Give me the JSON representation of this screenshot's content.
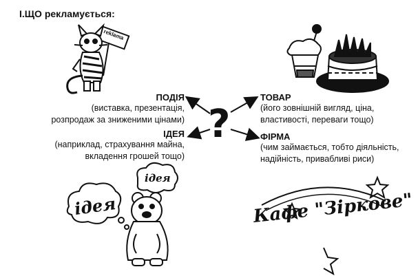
{
  "title": "І.ЩО рекламується:",
  "question_mark": "?",
  "nodes": {
    "podiya": {
      "heading": "ПОДІЯ",
      "lines": [
        "(виставка, презентація,",
        "розпродаж за зниженими цінами)"
      ]
    },
    "ideya": {
      "heading": "ІДЕЯ",
      "lines": [
        "(наприклад, страхування майна,",
        "вкладення грошей тощо)"
      ]
    },
    "tovar": {
      "heading": "ТОВАР",
      "lines": [
        "(його зовнішній вигляд, ціна,",
        "властивості, переваги тощо)"
      ]
    },
    "firma": {
      "heading": "ФІРМА",
      "lines": [
        "(чим займається, тобто діяльність,",
        "надійність, привабливі риси)"
      ]
    }
  },
  "illustrations": {
    "cat_sign": "reklama",
    "bear_bubble_top": "ідея",
    "bear_bubble_left": "ідея",
    "cafe_logo": "Кафе \"Зіркове\""
  }
}
